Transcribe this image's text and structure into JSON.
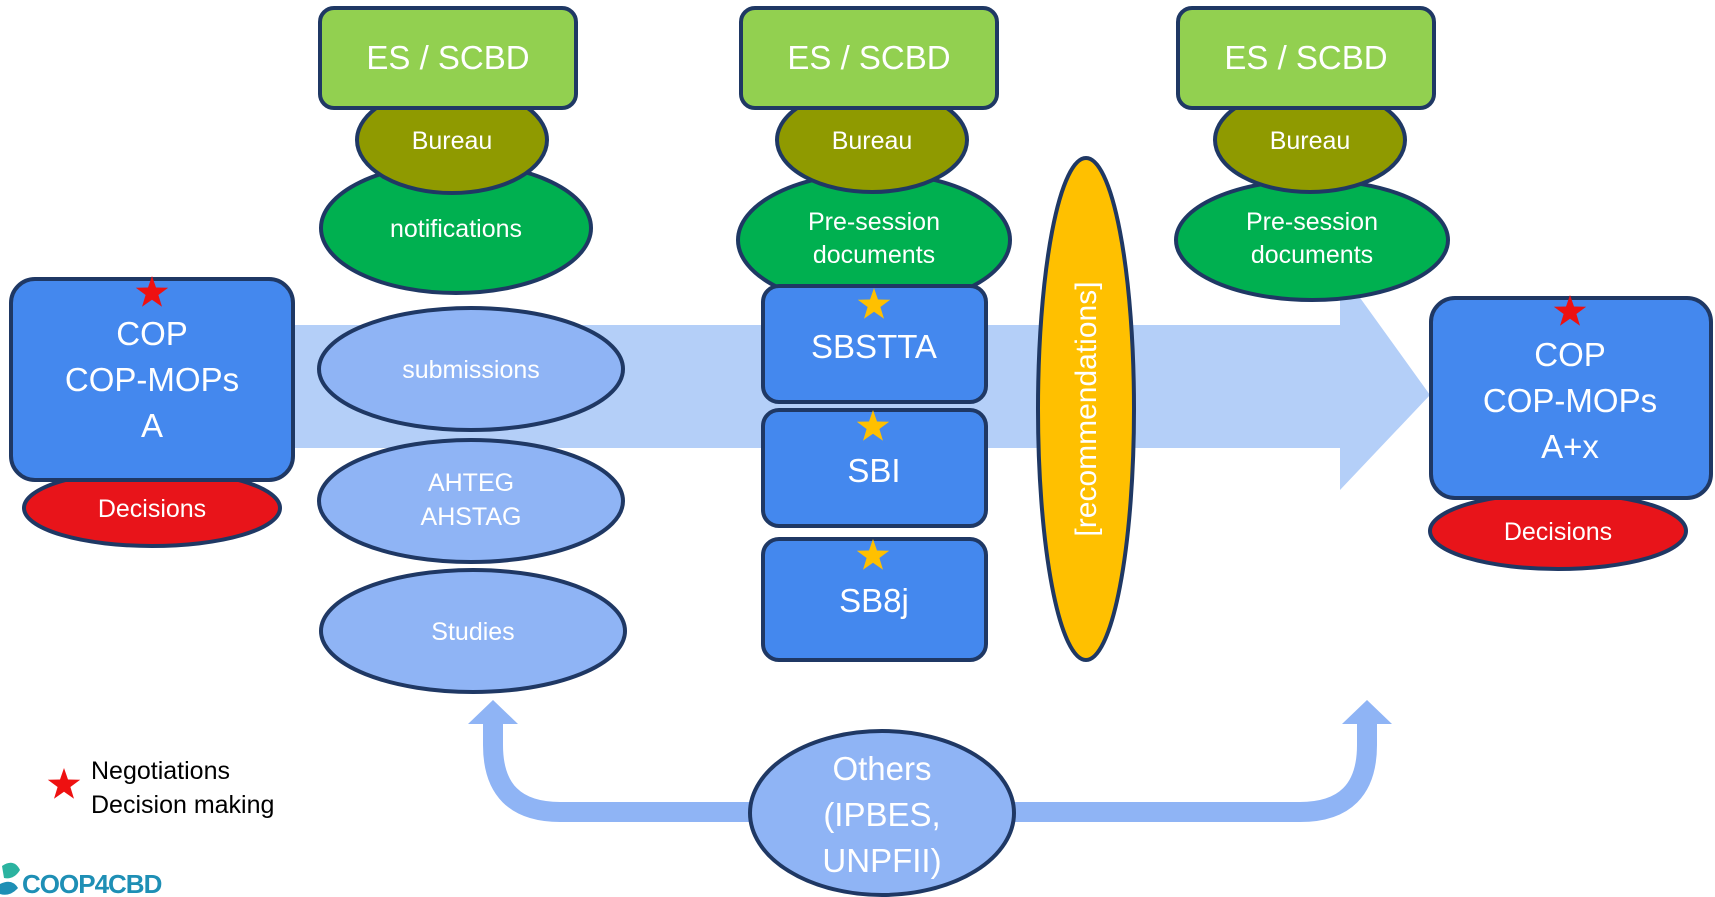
{
  "columns": [
    {
      "es_scbd": "ES / SCBD",
      "bureau": "Bureau",
      "docs_lines": [
        "notifications"
      ]
    },
    {
      "es_scbd": "ES / SCBD",
      "bureau": "Bureau",
      "docs_lines": [
        "Pre-session",
        "documents"
      ]
    },
    {
      "es_scbd": "ES / SCBD",
      "bureau": "Bureau",
      "docs_lines": [
        "Pre-session",
        "documents"
      ]
    }
  ],
  "cop_left": {
    "lines": [
      "COP",
      "COP-MOPs",
      "A"
    ],
    "decisions": "Decisions"
  },
  "cop_right": {
    "lines": [
      "COP",
      "COP-MOPs",
      "A+x"
    ],
    "decisions": "Decisions"
  },
  "inputs": [
    {
      "lines": [
        "submissions"
      ]
    },
    {
      "lines": [
        "AHTEG",
        "AHSTAG"
      ]
    },
    {
      "lines": [
        "Studies"
      ]
    }
  ],
  "subsidiary_bodies": [
    "SBSTTA",
    "SBI",
    "SB8j"
  ],
  "recommendations": "[recommendations]",
  "others": {
    "lines": [
      "Others",
      "(IPBES,",
      "UNPFII)"
    ]
  },
  "legend": {
    "lines": [
      "Negotiations",
      "Decision making"
    ]
  },
  "logo": "COOP4CBD",
  "colors": {
    "green_box": "#92d050",
    "bureau": "#8f9a00",
    "docs": "#00b050",
    "blue_box": "#4488ee",
    "light_ellipse": "#8fb4f5",
    "arrow": "#b4cff8",
    "decisions": "#e8141a",
    "recommendations": "#ffc000",
    "outline": "#1f3864",
    "star_red": "#ee1111",
    "star_gold": "#ffc000"
  },
  "icons": {
    "star": "star-icon",
    "logo": "coop4cbd-logo-icon"
  }
}
